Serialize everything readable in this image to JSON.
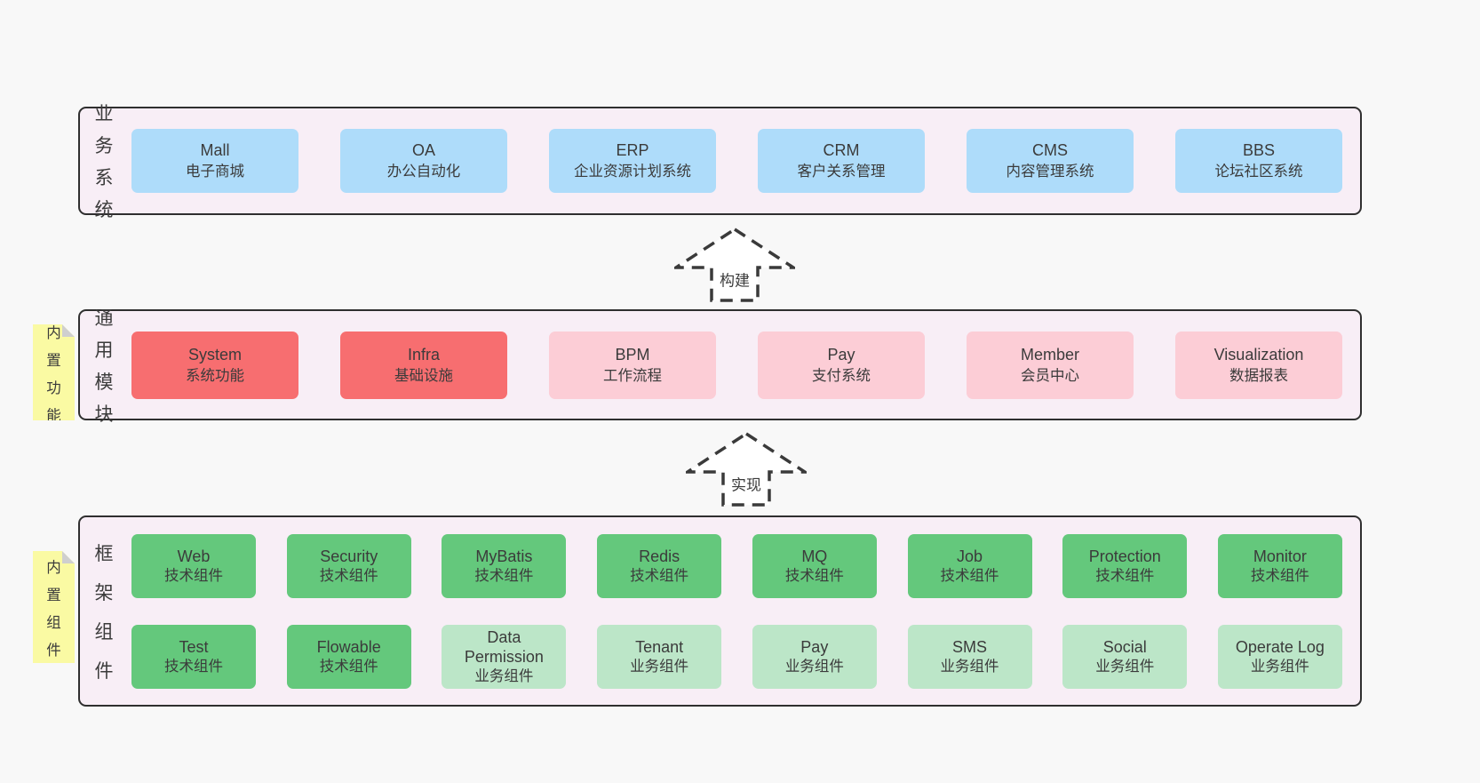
{
  "colors": {
    "page_bg": "#f8f8f8",
    "panel_bg": "#f8eef6",
    "panel_border": "#2f2f2f",
    "blue": "#aedcfa",
    "red": "#f76e70",
    "pink": "#fccdd6",
    "green": "#64c87c",
    "light_green": "#bce6c8",
    "sticky_yellow": "#fafaa3",
    "text": "#3b3b3b"
  },
  "arrows": [
    {
      "id": "build",
      "label": "构建"
    },
    {
      "id": "implement",
      "label": "实现"
    }
  ],
  "stickies": [
    {
      "id": "features",
      "label": "内置功能"
    },
    {
      "id": "components",
      "label": "内置组件"
    }
  ],
  "sections": [
    {
      "id": "business",
      "side_label": "业务系统",
      "rows": [
        [
          {
            "en": "Mall",
            "zh": "电子商城",
            "variant": "blue"
          },
          {
            "en": "OA",
            "zh": "办公自动化",
            "variant": "blue"
          },
          {
            "en": "ERP",
            "zh": "企业资源计划系统",
            "variant": "blue"
          },
          {
            "en": "CRM",
            "zh": "客户关系管理",
            "variant": "blue"
          },
          {
            "en": "CMS",
            "zh": "内容管理系统",
            "variant": "blue"
          },
          {
            "en": "BBS",
            "zh": "论坛社区系统",
            "variant": "blue"
          }
        ]
      ]
    },
    {
      "id": "modules",
      "side_label": "通用模块",
      "rows": [
        [
          {
            "en": "System",
            "zh": "系统功能",
            "variant": "red"
          },
          {
            "en": "Infra",
            "zh": "基础设施",
            "variant": "red"
          },
          {
            "en": "BPM",
            "zh": "工作流程",
            "variant": "pink"
          },
          {
            "en": "Pay",
            "zh": "支付系统",
            "variant": "pink"
          },
          {
            "en": "Member",
            "zh": "会员中心",
            "variant": "pink"
          },
          {
            "en": "Visualization",
            "zh": "数据报表",
            "variant": "pink"
          }
        ]
      ]
    },
    {
      "id": "framework",
      "side_label": "框架组件",
      "rows": [
        [
          {
            "en": "Web",
            "zh": "技术组件",
            "variant": "green"
          },
          {
            "en": "Security",
            "zh": "技术组件",
            "variant": "green"
          },
          {
            "en": "MyBatis",
            "zh": "技术组件",
            "variant": "green"
          },
          {
            "en": "Redis",
            "zh": "技术组件",
            "variant": "green"
          },
          {
            "en": "MQ",
            "zh": "技术组件",
            "variant": "green"
          },
          {
            "en": "Job",
            "zh": "技术组件",
            "variant": "green"
          },
          {
            "en": "Protection",
            "zh": "技术组件",
            "variant": "green"
          },
          {
            "en": "Monitor",
            "zh": "技术组件",
            "variant": "green"
          }
        ],
        [
          {
            "en": "Test",
            "zh": "技术组件",
            "variant": "green"
          },
          {
            "en": "Flowable",
            "zh": "技术组件",
            "variant": "green"
          },
          {
            "en": "Data Permission",
            "zh": "业务组件",
            "variant": "lightgreen"
          },
          {
            "en": "Tenant",
            "zh": "业务组件",
            "variant": "lightgreen"
          },
          {
            "en": "Pay",
            "zh": "业务组件",
            "variant": "lightgreen"
          },
          {
            "en": "SMS",
            "zh": "业务组件",
            "variant": "lightgreen"
          },
          {
            "en": "Social",
            "zh": "业务组件",
            "variant": "lightgreen"
          },
          {
            "en": "Operate Log",
            "zh": "业务组件",
            "variant": "lightgreen"
          }
        ]
      ]
    }
  ]
}
